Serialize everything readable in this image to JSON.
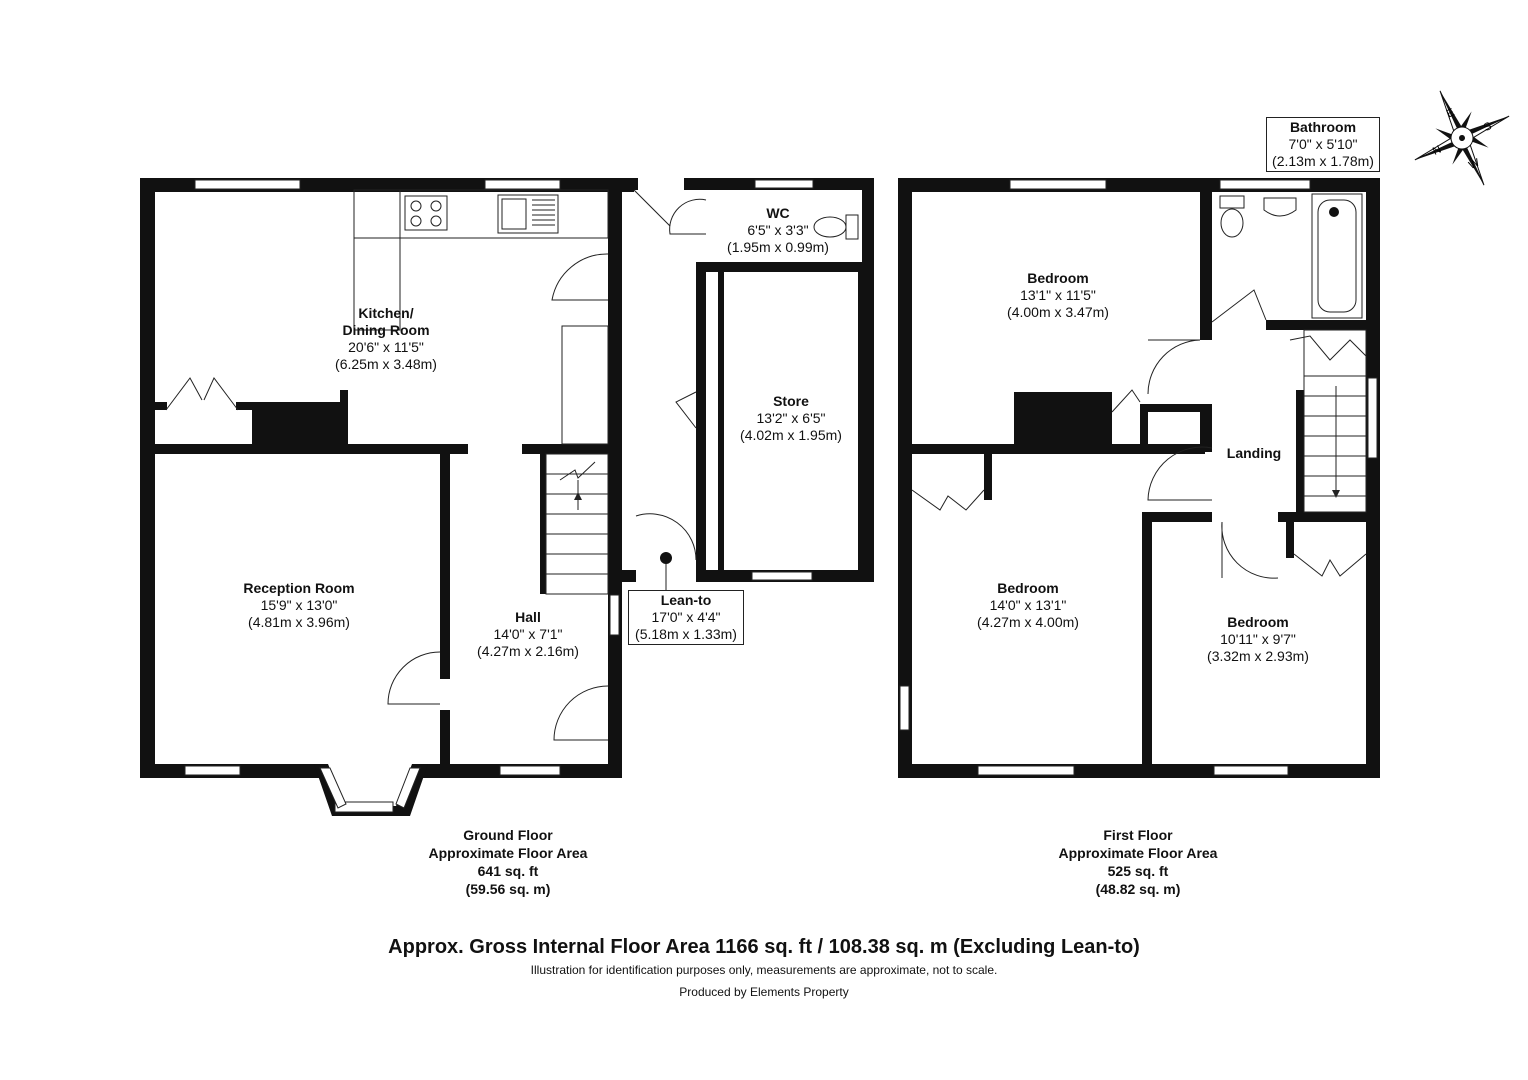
{
  "rooms": {
    "kitchen": {
      "name": "Kitchen/\nDining Room",
      "name_l1": "Kitchen/",
      "name_l2": "Dining Room",
      "imperial": "20'6\" x 11'5\"",
      "metric": "(6.25m x 3.48m)"
    },
    "reception": {
      "name": "Reception Room",
      "imperial": "15'9\" x 13'0\"",
      "metric": "(4.81m x 3.96m)"
    },
    "hall": {
      "name": "Hall",
      "imperial": "14'0\" x 7'1\"",
      "metric": "(4.27m x 2.16m)"
    },
    "wc": {
      "name": "WC",
      "imperial": "6'5\" x 3'3\"",
      "metric": "(1.95m x 0.99m)"
    },
    "store": {
      "name": "Store",
      "imperial": "13'2\" x 6'5\"",
      "metric": "(4.02m x 1.95m)"
    },
    "leanto": {
      "name": "Lean-to",
      "imperial": "17'0\" x 4'4\"",
      "metric": "(5.18m x 1.33m)"
    },
    "bathroom": {
      "name": "Bathroom",
      "imperial": "7'0\" x 5'10\"",
      "metric": "(2.13m x 1.78m)"
    },
    "bedroom1": {
      "name": "Bedroom",
      "imperial": "13'1\" x 11'5\"",
      "metric": "(4.00m x 3.47m)"
    },
    "bedroom2": {
      "name": "Bedroom",
      "imperial": "14'0\" x 13'1\"",
      "metric": "(4.27m x 4.00m)"
    },
    "bedroom3": {
      "name": "Bedroom",
      "imperial": "10'11\" x 9'7\"",
      "metric": "(3.32m x 2.93m)"
    },
    "landing": {
      "name": "Landing"
    }
  },
  "floors": {
    "ground": {
      "name": "Ground Floor",
      "label": "Approximate Floor Area",
      "sqft": "641 sq. ft",
      "sqm": "(59.56 sq. m)"
    },
    "first": {
      "name": "First Floor",
      "label": "Approximate Floor Area",
      "sqft": "525 sq. ft",
      "sqm": "(48.82 sq. m)"
    }
  },
  "footer": {
    "total": "Approx. Gross Internal Floor Area 1166 sq. ft / 108.38 sq. m (Excluding Lean-to)",
    "disclaimer": "Illustration for identification purposes only, measurements are approximate, not to scale.",
    "producer": "Produced by Elements Property"
  },
  "compass": {
    "n": "N",
    "e": "E",
    "s": "S",
    "w": "W"
  },
  "colors": {
    "wall": "#111111",
    "background": "#ffffff"
  }
}
